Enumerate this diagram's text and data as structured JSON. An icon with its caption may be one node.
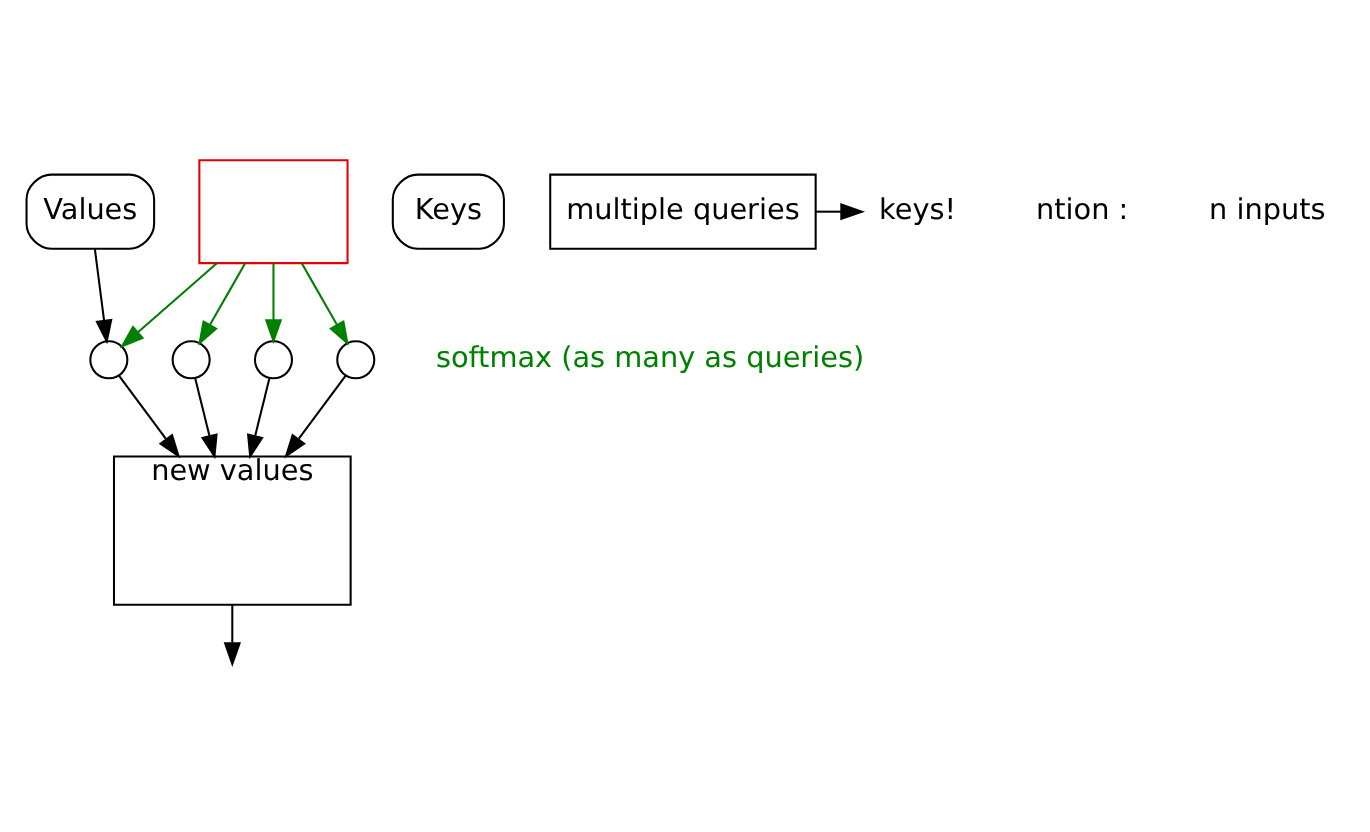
{
  "diagram": {
    "nodes": [
      {
        "text": [
          "Values"
        ]
      },
      {
        "text": [
          "Keys"
        ]
      },
      {
        "text": [
          "multiple queries"
        ]
      },
      {
        "text": [
          "keys!"
        ]
      },
      {
        "text": [],
        "shape": "box"
      },
      {
        "text": [],
        "shape": "circle"
      },
      {
        "text": [],
        "shape": "circle"
      },
      {
        "text": [],
        "shape": "circle"
      },
      {
        "text": [],
        "shape": "circle"
      },
      {
        "text": [
          "new values"
        ]
      }
    ],
    "edges": [
      {
        "from": 2,
        "to": 3,
        "arrow": "to"
      },
      {
        "from": 4,
        "to": 5,
        "arrow": "to",
        "color": "#008000"
      },
      {
        "from": 4,
        "to": 6,
        "arrow": "to",
        "color": "#008000"
      },
      {
        "from": 4,
        "to": 7,
        "arrow": "to",
        "color": "#008000"
      },
      {
        "from": 4,
        "to": 8,
        "arrow": "to",
        "color": "#008000"
      },
      {
        "from": 0,
        "to": 5,
        "arrow": "to"
      },
      {
        "from": 5,
        "to": 9,
        "arrow": "to"
      },
      {
        "from": 6,
        "to": 9,
        "arrow": "to"
      },
      {
        "from": 7,
        "to": 9,
        "arrow": "to"
      },
      {
        "from": 8,
        "to": 9,
        "arrow": "to"
      },
      {
        "from": 9,
        "to": null,
        "arrow": "to"
      }
    ],
    "labels": [
      "ntion :",
      "n inputs",
      "softmax (as many as queries)"
    ]
  }
}
